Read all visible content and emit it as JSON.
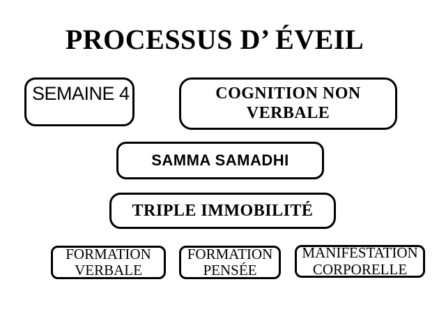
{
  "title": "PROCESSUS D’ ÉVEIL",
  "boxes": {
    "semaine": {
      "label": "SEMAINE 4"
    },
    "cognition": {
      "label": "COGNITION NON\nVERBALE"
    },
    "samma": {
      "label": "SAMMA SAMADHI"
    },
    "triple": {
      "label": "TRIPLE IMMOBILITÉ"
    },
    "formation_verbale": {
      "label": "FORMATION\nVERBALE"
    },
    "formation_pensee": {
      "label": "FORMATION\nPENSÉE"
    },
    "manifestation_corporelle": {
      "label": "MANIFESTATION\nCORPORELLE"
    }
  },
  "colors": {
    "background": "#ffffff",
    "border": "#000000",
    "text": "#000000"
  }
}
